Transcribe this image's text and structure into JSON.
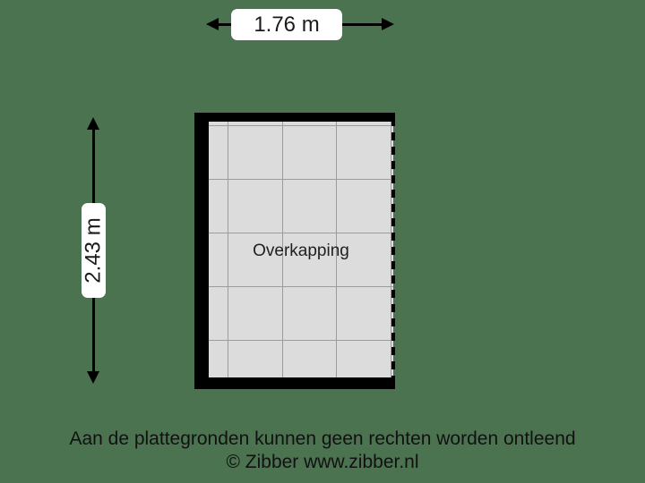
{
  "background_color": "#4b7350",
  "dimensions": {
    "width": {
      "label": "1.76 m",
      "axis": "horizontal",
      "meters": 1.76,
      "unit": "m"
    },
    "height": {
      "label": "2.43 m",
      "axis": "vertical",
      "meters": 2.43,
      "unit": "m"
    }
  },
  "floorplan": {
    "room_label": "Overkapping",
    "room_fill_color": "#dcdcdc",
    "grid_color": "#9b9b9b",
    "wall_color": "#000000",
    "open_side": "right",
    "open_side_style": "dashed",
    "grid": {
      "vertical_lines": [
        21,
        82,
        142,
        203
      ],
      "horizontal_lines": [
        4,
        64,
        124,
        184,
        244
      ]
    }
  },
  "footer": {
    "disclaimer": "Aan de plattegronden kunnen geen rechten worden ontleend",
    "copyright": "© Zibber www.zibber.nl"
  }
}
